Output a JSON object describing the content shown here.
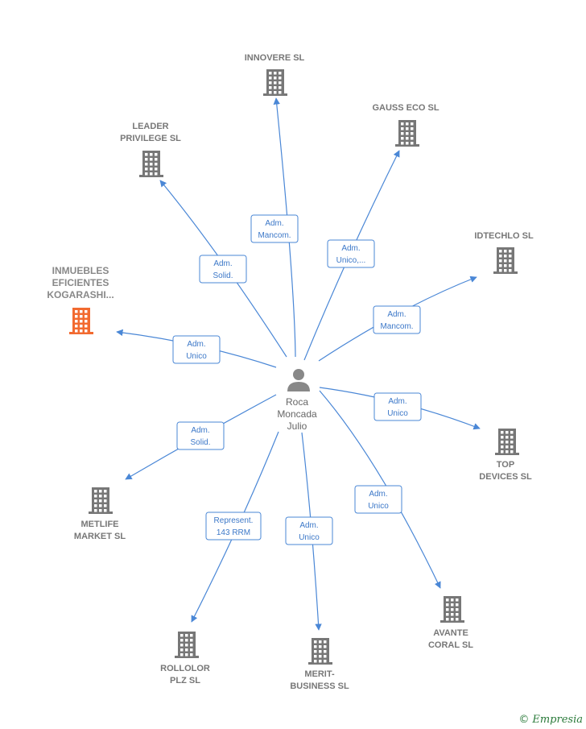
{
  "colors": {
    "edge": "#4a87d6",
    "building": "#777777",
    "highlight": "#f26a30",
    "person": "#888888"
  },
  "center": {
    "label_lines": [
      "Roca",
      "Moncada",
      "Julio"
    ],
    "icon": "person-icon"
  },
  "nodes": [
    {
      "id": "innovere",
      "label_lines": [
        "INNOVERE SL"
      ],
      "highlight": false
    },
    {
      "id": "gauss",
      "label_lines": [
        "GAUSS ECO SL"
      ],
      "highlight": false
    },
    {
      "id": "leader",
      "label_lines": [
        "LEADER",
        "PRIVILEGE  SL"
      ],
      "highlight": false
    },
    {
      "id": "idtechlo",
      "label_lines": [
        "IDTECHLO SL"
      ],
      "highlight": false
    },
    {
      "id": "inmuebles",
      "label_lines": [
        "INMUEBLES",
        "EFICIENTES",
        "KOGARASHI..."
      ],
      "highlight": true
    },
    {
      "id": "top",
      "label_lines": [
        "TOP",
        "DEVICES SL"
      ],
      "highlight": false
    },
    {
      "id": "metlife",
      "label_lines": [
        "METLIFE",
        "MARKET  SL"
      ],
      "highlight": false
    },
    {
      "id": "avante",
      "label_lines": [
        "AVANTE",
        "CORAL  SL"
      ],
      "highlight": false
    },
    {
      "id": "rollolor",
      "label_lines": [
        "ROLLOLOR",
        "PLZ SL"
      ],
      "highlight": false
    },
    {
      "id": "merit",
      "label_lines": [
        "MERIT-",
        "BUSINESS  SL"
      ],
      "highlight": false
    }
  ],
  "edges": [
    {
      "to": "innovere",
      "label_lines": [
        "Adm.",
        "Mancom."
      ]
    },
    {
      "to": "gauss",
      "label_lines": [
        "Adm.",
        "Unico,..."
      ]
    },
    {
      "to": "leader",
      "label_lines": [
        "Adm.",
        "Solid."
      ]
    },
    {
      "to": "idtechlo",
      "label_lines": [
        "Adm.",
        "Mancom."
      ]
    },
    {
      "to": "inmuebles",
      "label_lines": [
        "Adm.",
        "Unico"
      ]
    },
    {
      "to": "top",
      "label_lines": [
        "Adm.",
        "Unico"
      ]
    },
    {
      "to": "metlife",
      "label_lines": [
        "Adm.",
        "Solid."
      ]
    },
    {
      "to": "avante",
      "label_lines": [
        "Adm.",
        "Unico"
      ]
    },
    {
      "to": "rollolor",
      "label_lines": [
        "Represent.",
        "143 RRM"
      ]
    },
    {
      "to": "merit",
      "label_lines": [
        "Adm.",
        "Unico"
      ]
    }
  ],
  "footer": {
    "copyright": "©",
    "brand": "Empresia"
  }
}
